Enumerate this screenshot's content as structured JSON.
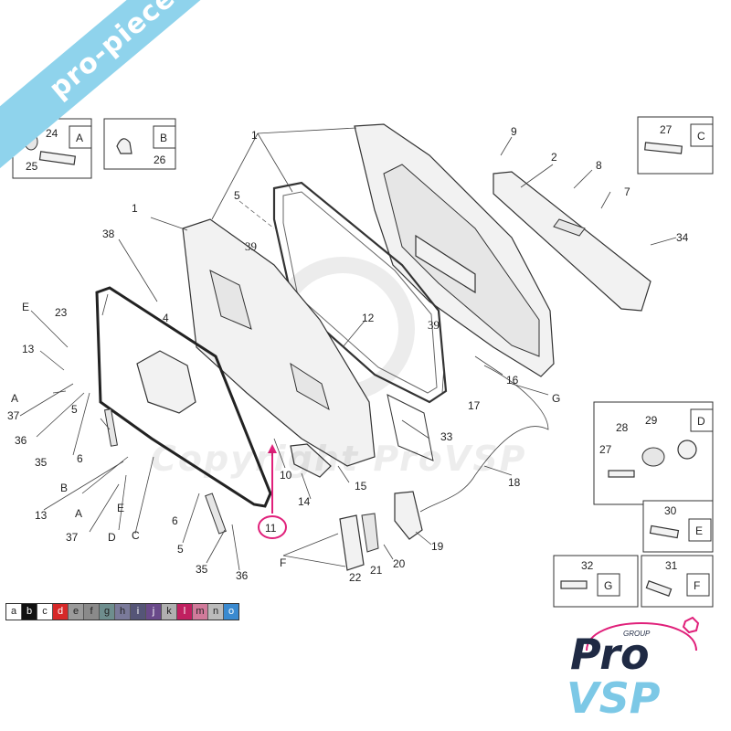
{
  "banner": {
    "text": "pro-piece-vsp.com",
    "color": "#8fd3ec"
  },
  "watermark": {
    "text": "Copyright ProVSP"
  },
  "detail_boxes": [
    {
      "letter": "A",
      "parts": [
        "24",
        "25"
      ]
    },
    {
      "letter": "B",
      "parts": [
        "26"
      ]
    },
    {
      "letter": "C",
      "parts": [
        "27"
      ]
    },
    {
      "letter": "D",
      "parts": [
        "28",
        "29",
        "27"
      ]
    },
    {
      "letter": "E",
      "parts": [
        "30"
      ]
    },
    {
      "letter": "G",
      "parts": [
        "32"
      ]
    },
    {
      "letter": "F",
      "parts": [
        "31"
      ]
    }
  ],
  "labels": {
    "n1": "1",
    "n2": "2",
    "n4": "4",
    "n5a": "5",
    "n5b": "5",
    "n5c": "5",
    "n6a": "6",
    "n6b": "6",
    "n7": "7",
    "n8": "8",
    "n9": "9",
    "n10": "10",
    "n11": "11",
    "n12": "12",
    "n13a": "13",
    "n13b": "13",
    "n14": "14",
    "n15": "15",
    "n16": "16",
    "n17": "17",
    "n18": "18",
    "n19": "19",
    "n20": "20",
    "n21": "21",
    "n22": "22",
    "n23": "23",
    "n33": "33",
    "n34": "34",
    "n35a": "35",
    "n35b": "35",
    "n36a": "36",
    "n36b": "36",
    "n37a": "37",
    "n37b": "37",
    "n38": "38",
    "n39a": "39",
    "n39b": "39",
    "lA1": "A",
    "lA2": "A",
    "lB": "B",
    "lC": "C",
    "lD": "D",
    "lE1": "E",
    "lE2": "E",
    "lF": "F",
    "lG": "G"
  },
  "highlight": {
    "part": "11",
    "color": "#e0207a"
  },
  "color_strip": [
    {
      "key": "a",
      "color": "#ffffff"
    },
    {
      "key": "b",
      "color": "#111111"
    },
    {
      "key": "c",
      "color": "#ffffff"
    },
    {
      "key": "d",
      "color": "#d62828"
    },
    {
      "key": "e",
      "color": "#9a9a9a"
    },
    {
      "key": "f",
      "color": "#8a8a8a"
    },
    {
      "key": "g",
      "color": "#6e8e8e"
    },
    {
      "key": "h",
      "color": "#7a7a9a"
    },
    {
      "key": "i",
      "color": "#555577"
    },
    {
      "key": "j",
      "color": "#6a4a8a"
    },
    {
      "key": "k",
      "color": "#b0b0b0"
    },
    {
      "key": "l",
      "color": "#c02060"
    },
    {
      "key": "m",
      "color": "#d07a9a"
    },
    {
      "key": "n",
      "color": "#bbbbbb"
    },
    {
      "key": "o",
      "color": "#3a8ad0"
    }
  ],
  "logo": {
    "group": "GROUP",
    "line1": "Pro",
    "line2": "VSP",
    "accent": "#e0207a",
    "navy": "#1f2a44",
    "cyan": "#7cc8e6"
  }
}
